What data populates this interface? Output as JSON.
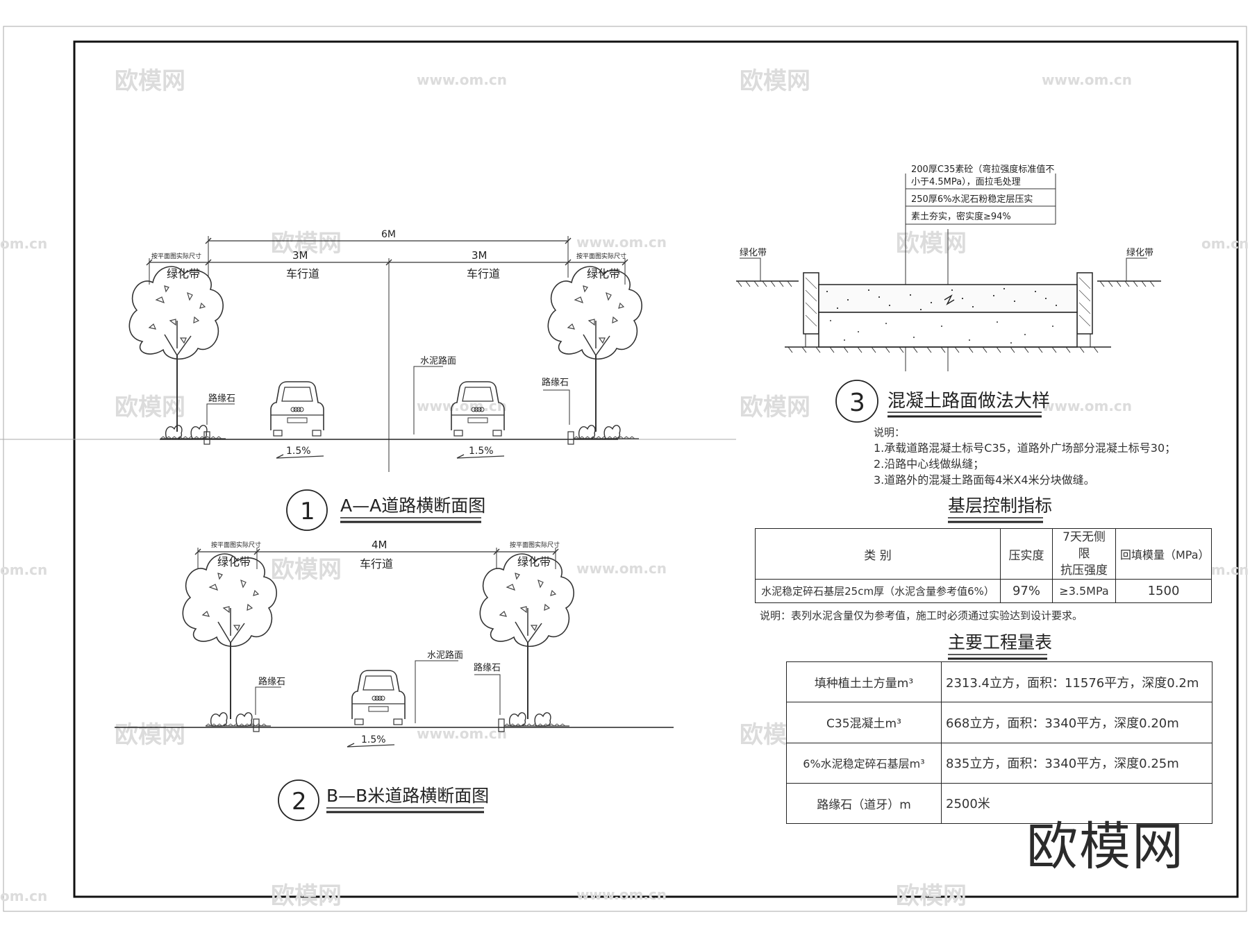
{
  "watermark": {
    "brand": "欧模网",
    "url": "www.om.cn",
    "url_short": "om.cn"
  },
  "section1": {
    "number": "1",
    "title": "A—A道路横断面图",
    "total_width": "6M",
    "lane_left": "3M",
    "lane_right": "3M",
    "lane_label_left": "车行道",
    "lane_label_right": "车行道",
    "green_dim_note": "按平面图实际尺寸",
    "green_label": "绿化带",
    "pavement_label": "水泥路面",
    "curb_label": "路缘石",
    "slope_left": "1.5%",
    "slope_right": "1.5%"
  },
  "section2": {
    "number": "2",
    "title": "B—B米道路横断面图",
    "total_width": "4M",
    "lane_label": "车行道",
    "green_dim_note": "按平面图实际尺寸",
    "green_label": "绿化带",
    "pavement_label": "水泥路面",
    "curb_label": "路缘石",
    "slope": "1.5%"
  },
  "detail3": {
    "number": "3",
    "title": "混凝土路面做法大样",
    "layer1_line1": "200厚C35素砼（弯拉强度标准值不",
    "layer1_line2": "小于4.5MPa），面拉毛处理",
    "layer2": "250厚6%水泥石粉稳定层压实",
    "layer3": "素土夯实，密实度≥94%",
    "green_left": "绿化带",
    "green_right": "绿化带"
  },
  "notes": {
    "heading": "说明：",
    "items": [
      "1.承载道路混凝土标号C35，道路外广场部分混凝土标号30；",
      "2.沿路中心线做纵缝；",
      "3.道路外的混凝土路面每4米X4米分块做缝。"
    ]
  },
  "control_table": {
    "title": "基层控制指标",
    "headers": [
      "类 别",
      "压实度",
      "7天无侧限",
      "抗压强度",
      "回填模量（MPa）"
    ],
    "row": [
      "水泥稳定碎石基层25cm厚（水泥含量参考值6%）",
      "97%",
      "≥3.5MPa",
      "1500"
    ],
    "footnote": "说明：表列水泥含量仅为参考值，施工时必须通过实验达到设计要求。"
  },
  "quantity_table": {
    "title": "主要工程量表",
    "rows": [
      [
        "填种植土土方量m³",
        "2313.4立方，面积：11576平方，深度0.2m"
      ],
      [
        "C35混凝土m³",
        "668立方，面积：3340平方，深度0.20m"
      ],
      [
        "6%水泥稳定碎石基层m³",
        "835立方，面积：3340平方，深度0.25m"
      ],
      [
        "路缘石（道牙）m",
        "2500米"
      ]
    ]
  },
  "big_watermark": "欧模网"
}
